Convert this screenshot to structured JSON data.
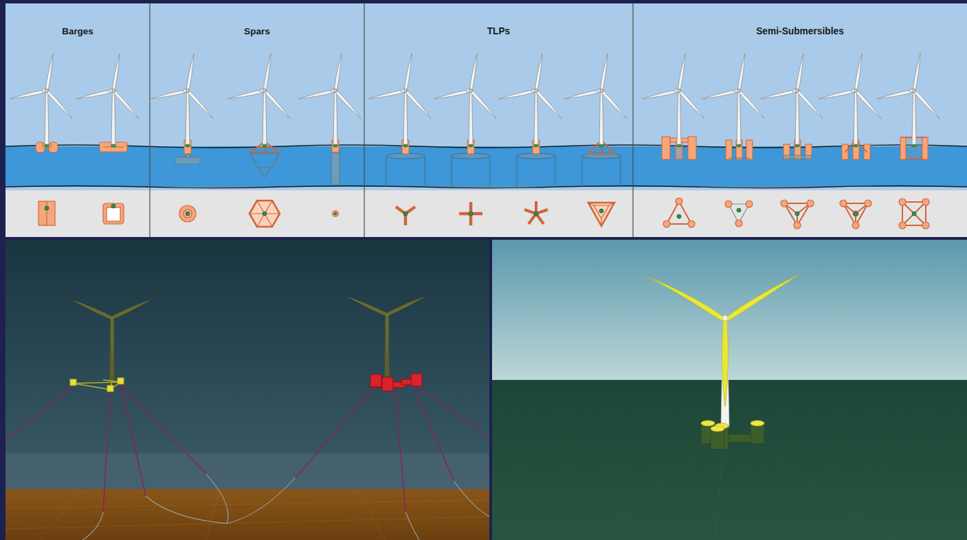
{
  "diagram": {
    "nodes": [
      {
        "text": [
          "Barges"
        ]
      },
      {
        "text": [
          "Spars"
        ]
      },
      {
        "text": [
          "TLPs"
        ]
      },
      {
        "text": [
          "Semi-Submersibles"
        ]
      }
    ]
  }
}
